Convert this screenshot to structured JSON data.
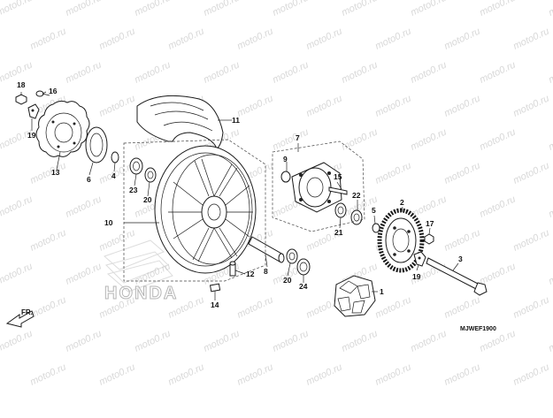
{
  "diagram": {
    "brand_watermark": "HONDA",
    "repeat_watermark": "moto0.ru",
    "front_arrow_label": "FR.",
    "diagram_code": "MJWEF1900",
    "callouts": {
      "p1": "1",
      "p2": "2",
      "p3": "3",
      "p4": "4",
      "p5": "5",
      "p6": "6",
      "p7": "7",
      "p8": "8",
      "p9": "9",
      "p10": "10",
      "p11": "11",
      "p12": "12",
      "p13": "13",
      "p14": "14",
      "p15": "15",
      "p16": "16",
      "p17": "17",
      "p18": "18",
      "p19a": "19",
      "p19b": "19",
      "p20a": "20",
      "p20b": "20",
      "p21": "21",
      "p22": "22",
      "p23": "23",
      "p24": "24"
    }
  }
}
